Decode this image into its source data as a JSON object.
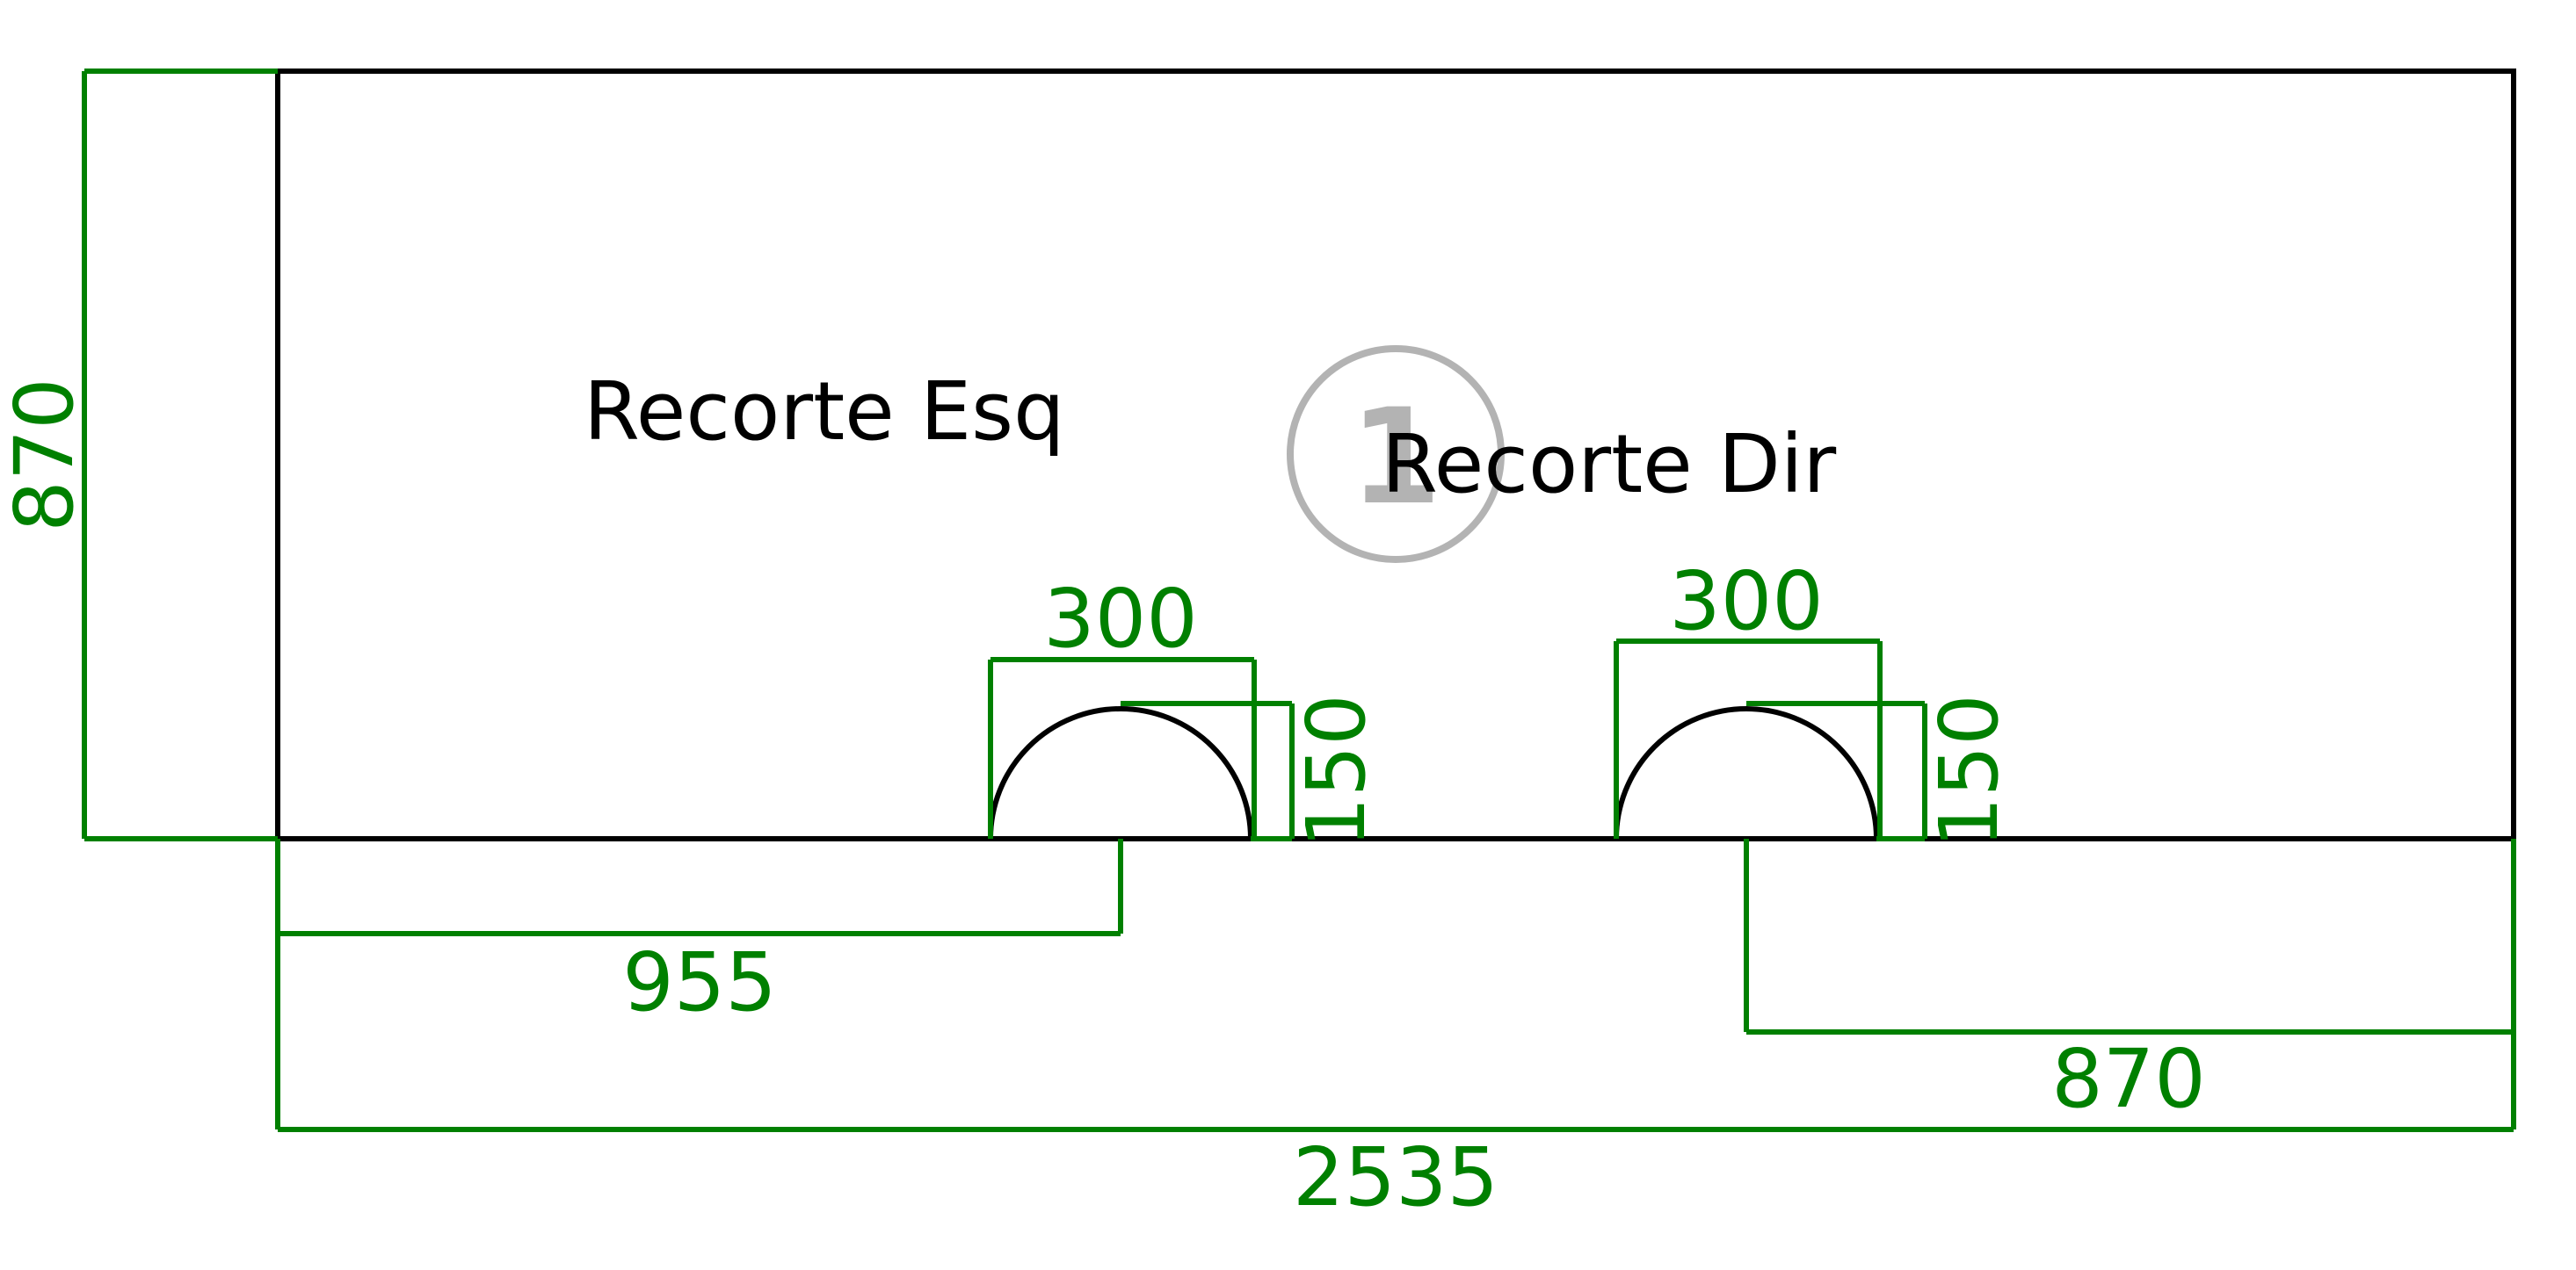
{
  "colors": {
    "outline": "#000000",
    "dimension": "#008000",
    "marker": "#b3b3b3"
  },
  "piece": {
    "marker_number": "1"
  },
  "cutouts": {
    "left_label": "Recorte Esq",
    "right_label": "Recorte Dir"
  },
  "dimensions": {
    "overall_height": "870",
    "overall_width": "2535",
    "left_cutout_offset": "955",
    "right_cutout_offset": "870",
    "left_cutout_width": "300",
    "left_cutout_depth": "150",
    "right_cutout_width": "300",
    "right_cutout_depth": "150"
  }
}
